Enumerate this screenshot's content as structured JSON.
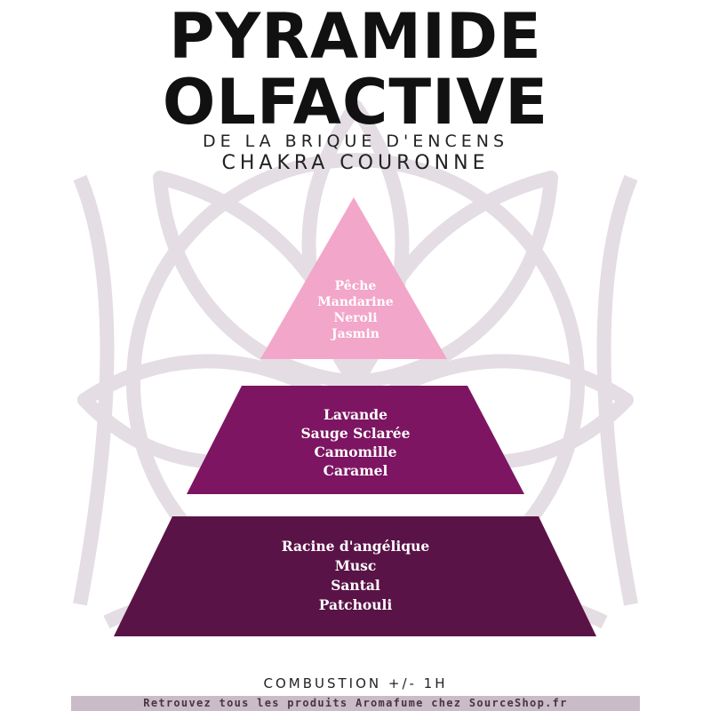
{
  "title": {
    "line1": "PYRAMIDE",
    "line2": "OLFACTIVE"
  },
  "subtitle": {
    "line1": "DE LA BRIQUE D'ENCENS",
    "line2": "CHAKRA COURONNE"
  },
  "pyramid": {
    "top": {
      "color": "#f2a6c9",
      "notes": [
        "Pêche",
        "Mandarine",
        "Neroli",
        "Jasmin"
      ]
    },
    "middle": {
      "color": "#7d1562",
      "notes": [
        "Lavande",
        "Sauge Sclarée",
        "Camomille",
        "Caramel"
      ]
    },
    "base": {
      "color": "#5a1347",
      "notes": [
        "Racine d'angélique",
        "Musc",
        "Santal",
        "Patchouli"
      ]
    }
  },
  "combustion": "COMBUSTION +/- 1H",
  "footer": "Retrouvez tous les produits Aromafume chez SourceShop.fr",
  "colors": {
    "lotus_outline": "#e4dde3",
    "footer_bar": "#c9bcc7",
    "title": "#111111"
  }
}
